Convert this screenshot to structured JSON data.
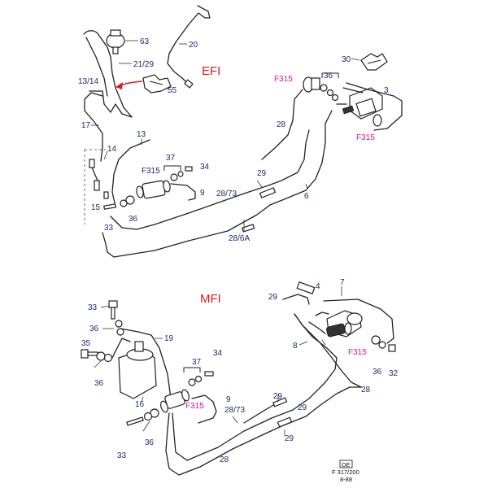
{
  "sections": [
    {
      "key": "efi",
      "title": "EFI"
    },
    {
      "key": "mfi",
      "title": "MFI"
    }
  ],
  "callouts": [
    {
      "key": "c63",
      "text": "63"
    },
    {
      "key": "c20",
      "text": "20"
    },
    {
      "key": "c2129",
      "text": "21/29"
    },
    {
      "key": "c1314",
      "text": "13/14"
    },
    {
      "key": "c55",
      "text": "55"
    },
    {
      "key": "c17",
      "text": "17"
    },
    {
      "key": "c13",
      "text": "13"
    },
    {
      "key": "c14",
      "text": "14"
    },
    {
      "key": "c37a",
      "text": "37"
    },
    {
      "key": "cf315a",
      "text": "F315",
      "tone": "magenta"
    },
    {
      "key": "c34a",
      "text": "34"
    },
    {
      "key": "c9a",
      "text": "9"
    },
    {
      "key": "c15",
      "text": "15"
    },
    {
      "key": "c36a",
      "text": "36"
    },
    {
      "key": "c33a",
      "text": "33"
    },
    {
      "key": "c2873a",
      "text": "28/73"
    },
    {
      "key": "c286a",
      "text": "28/6A"
    },
    {
      "key": "c29a",
      "text": "29"
    },
    {
      "key": "c6",
      "text": "6"
    },
    {
      "key": "c28a",
      "text": "28"
    },
    {
      "key": "cf315b",
      "text": "F315",
      "tone": "magenta"
    },
    {
      "key": "c36b",
      "text": "36"
    },
    {
      "key": "c30",
      "text": "30"
    },
    {
      "key": "c3",
      "text": "3"
    },
    {
      "key": "cf315c",
      "text": "F315",
      "tone": "magenta"
    },
    {
      "key": "c33b",
      "text": "33"
    },
    {
      "key": "c36c",
      "text": "36"
    },
    {
      "key": "c19",
      "text": "19"
    },
    {
      "key": "c35",
      "text": "35"
    },
    {
      "key": "c36d",
      "text": "36"
    },
    {
      "key": "c16",
      "text": "16"
    },
    {
      "key": "c37b",
      "text": "37"
    },
    {
      "key": "c34b",
      "text": "34"
    },
    {
      "key": "cf315d",
      "text": "F315",
      "tone": "magenta"
    },
    {
      "key": "c9b",
      "text": "9"
    },
    {
      "key": "c2873b",
      "text": "28/73"
    },
    {
      "key": "c33c",
      "text": "33"
    },
    {
      "key": "c36e",
      "text": "36"
    },
    {
      "key": "c28b",
      "text": "28"
    },
    {
      "key": "c29b",
      "text": "29"
    },
    {
      "key": "c4",
      "text": "4"
    },
    {
      "key": "c29c",
      "text": "29"
    },
    {
      "key": "c7",
      "text": "7"
    },
    {
      "key": "c8",
      "text": "8"
    },
    {
      "key": "cf315e",
      "text": "F315",
      "tone": "magenta"
    },
    {
      "key": "c36f",
      "text": "36"
    },
    {
      "key": "c32",
      "text": "32"
    },
    {
      "key": "c28c",
      "text": "28"
    },
    {
      "key": "c29d",
      "text": "29"
    },
    {
      "key": "c29e",
      "text": "29"
    }
  ],
  "reference_box": {
    "lang": "DE",
    "code": "F 317/200",
    "date": "8-88"
  },
  "colors": {
    "callout": "#1a2a6c",
    "fuel_filter_callout": "#d0179b",
    "section_title": "#d81b1b",
    "indicator_arrow": "#d81b1b"
  }
}
